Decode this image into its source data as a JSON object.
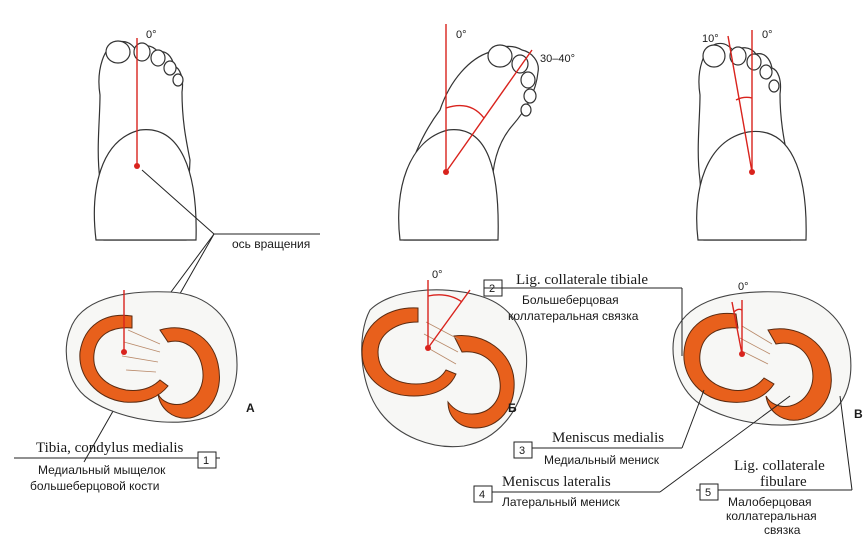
{
  "angles": {
    "a_zero": "0°",
    "b_zero": "0°",
    "b_range": "30–40°",
    "c_ten": "10°",
    "c_zero": "0°",
    "b_small_zero": "0°",
    "c_small_zero": "0°"
  },
  "axis_label": "ось вращения",
  "panels": {
    "a": "А",
    "b": "Б",
    "c": "В"
  },
  "labels": [
    {
      "num": "1",
      "latin": "Tibia, condylus medialis",
      "ru1": "Медиальный мыщелок",
      "ru2": "большеберцовой кости"
    },
    {
      "num": "2",
      "latin": "Lig. collaterale tibiale",
      "ru1": "Большеберцовая",
      "ru2": "коллатеральная связка"
    },
    {
      "num": "3",
      "latin": "Meniscus medialis",
      "ru1": "Медиальный мениск"
    },
    {
      "num": "4",
      "latin": "Meniscus lateralis",
      "ru1": "Латеральный мениск"
    },
    {
      "num": "5",
      "latin1": "Lig. collaterale",
      "latin2": "fibulare",
      "ru1": "Малоберцовая",
      "ru2": "коллатеральная",
      "ru3": "связка"
    }
  ],
  "colors": {
    "meniscus": "#e8601c",
    "axis": "#d9231d"
  }
}
